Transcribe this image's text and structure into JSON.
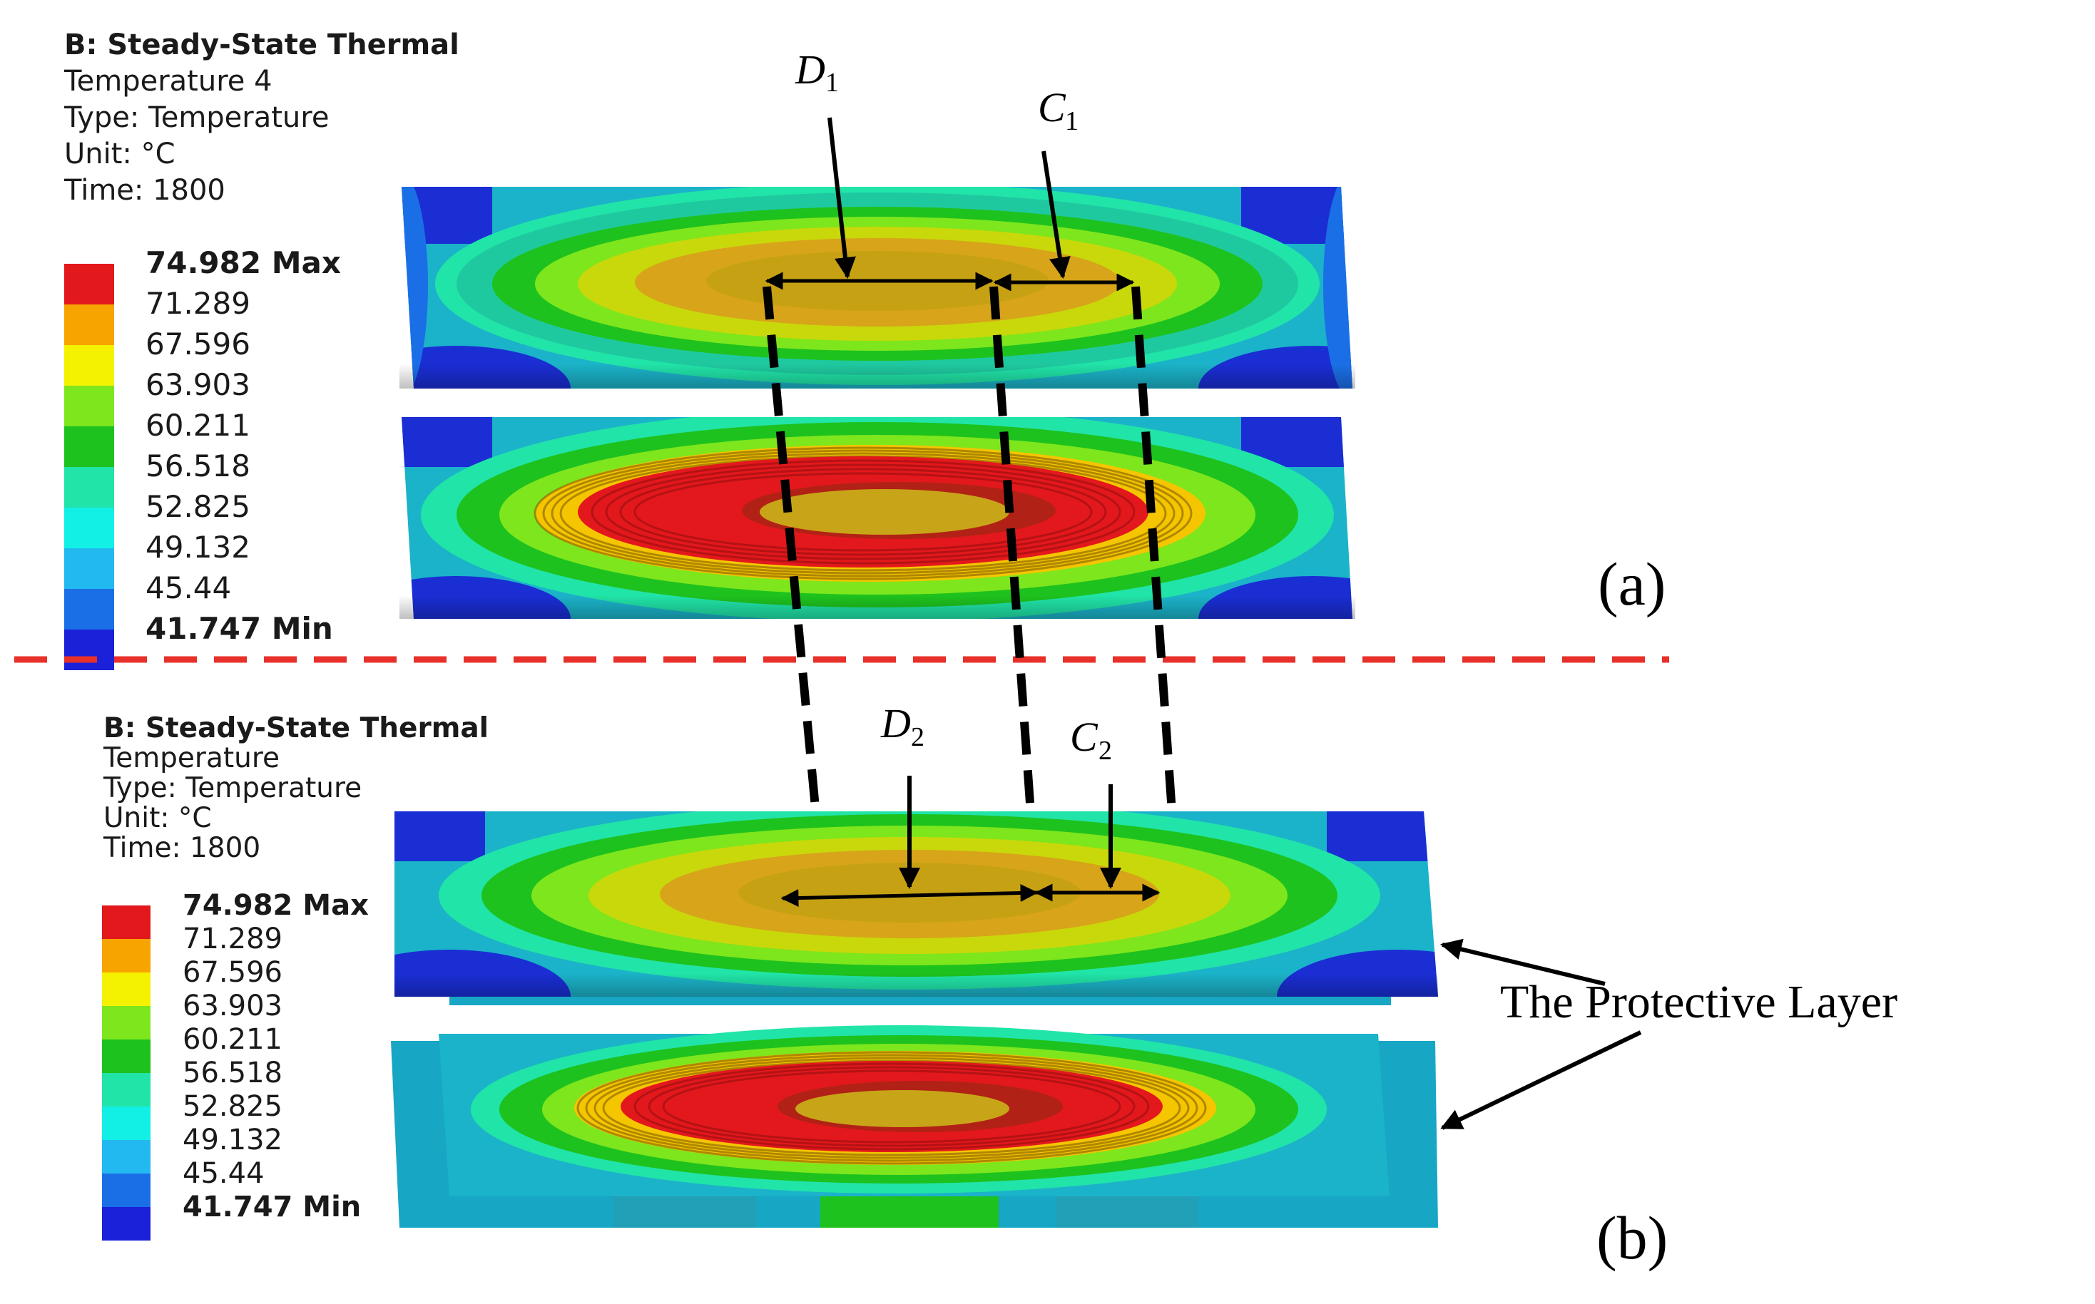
{
  "colors": {
    "legend": [
      "#e3181c",
      "#f7a400",
      "#f5f200",
      "#7ee61c",
      "#1ec21e",
      "#21e4a8",
      "#12f0e6",
      "#22b9f0",
      "#1b6fe6",
      "#1a21d8"
    ],
    "divider": "#e8302a"
  },
  "panels": [
    {
      "id": "a",
      "header": {
        "title": "B: Steady-State Thermal",
        "result": "Temperature 4",
        "type": "Type: Temperature",
        "unit": "Unit: °C",
        "time": "Time: 1800"
      },
      "legend": {
        "max_label": "74.982 Max",
        "values": [
          "71.289",
          "67.596",
          "63.903",
          "60.211",
          "56.518",
          "52.825",
          "49.132",
          "45.44"
        ],
        "min_label": "41.747 Min"
      },
      "panel_label": "(a)",
      "dims": [
        {
          "letter": "D",
          "sub": "1"
        },
        {
          "letter": "C",
          "sub": "1"
        }
      ]
    },
    {
      "id": "b",
      "header": {
        "title": "B: Steady-State Thermal",
        "result": "Temperature",
        "type": "Type: Temperature",
        "unit": "Unit: °C",
        "time": "Time: 1800"
      },
      "legend": {
        "max_label": "74.982 Max",
        "values": [
          "71.289",
          "67.596",
          "63.903",
          "60.211",
          "56.518",
          "52.825",
          "49.132",
          "45.44"
        ],
        "min_label": "41.747 Min"
      },
      "panel_label": "(b)",
      "dims": [
        {
          "letter": "D",
          "sub": "2"
        },
        {
          "letter": "C",
          "sub": "2"
        }
      ],
      "callout": "The Protective Layer"
    }
  ]
}
